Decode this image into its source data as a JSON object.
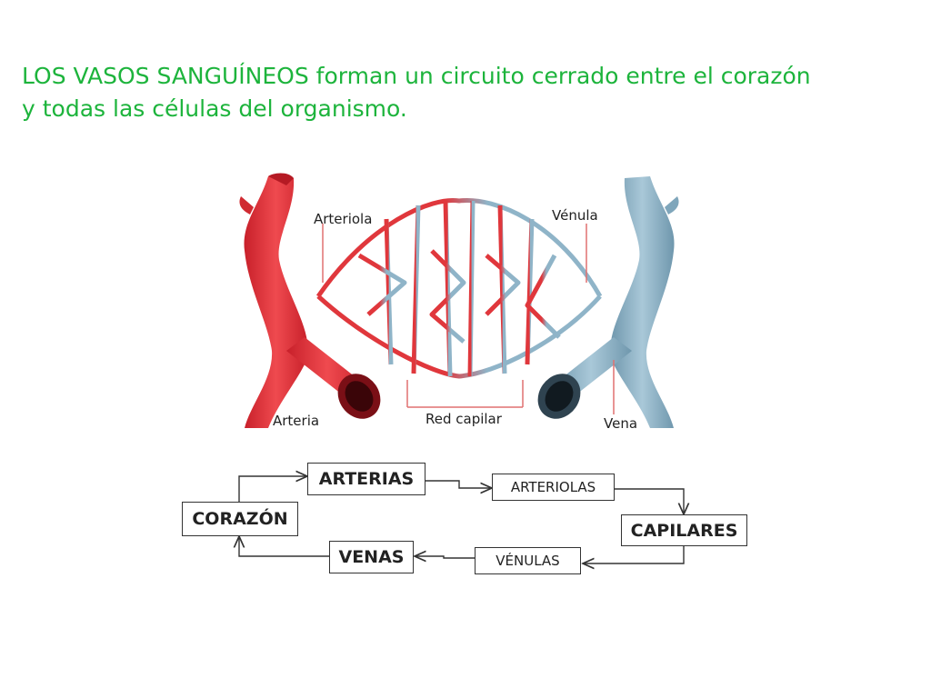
{
  "title": {
    "line1": "LOS VASOS SANGUÍNEOS forman un circuito cerrado entre el corazón",
    "line2": "y todas las células del organismo."
  },
  "illustration": {
    "labels": {
      "arteriola": "Arteriola",
      "venula": "Vénula",
      "arteria": "Arteria",
      "red_capilar": "Red capilar",
      "vena": "Vena"
    },
    "colors": {
      "artery": "#e0373c",
      "vein": "#8fb4c8",
      "label_line": "#e07070"
    }
  },
  "flow": {
    "corazon": "CORAZÓN",
    "arterias": "ARTERIAS",
    "arteriolas": "ARTERIOLAS",
    "capilares": "CAPILARES",
    "venulas": "VÉNULAS",
    "venas": "VENAS"
  }
}
